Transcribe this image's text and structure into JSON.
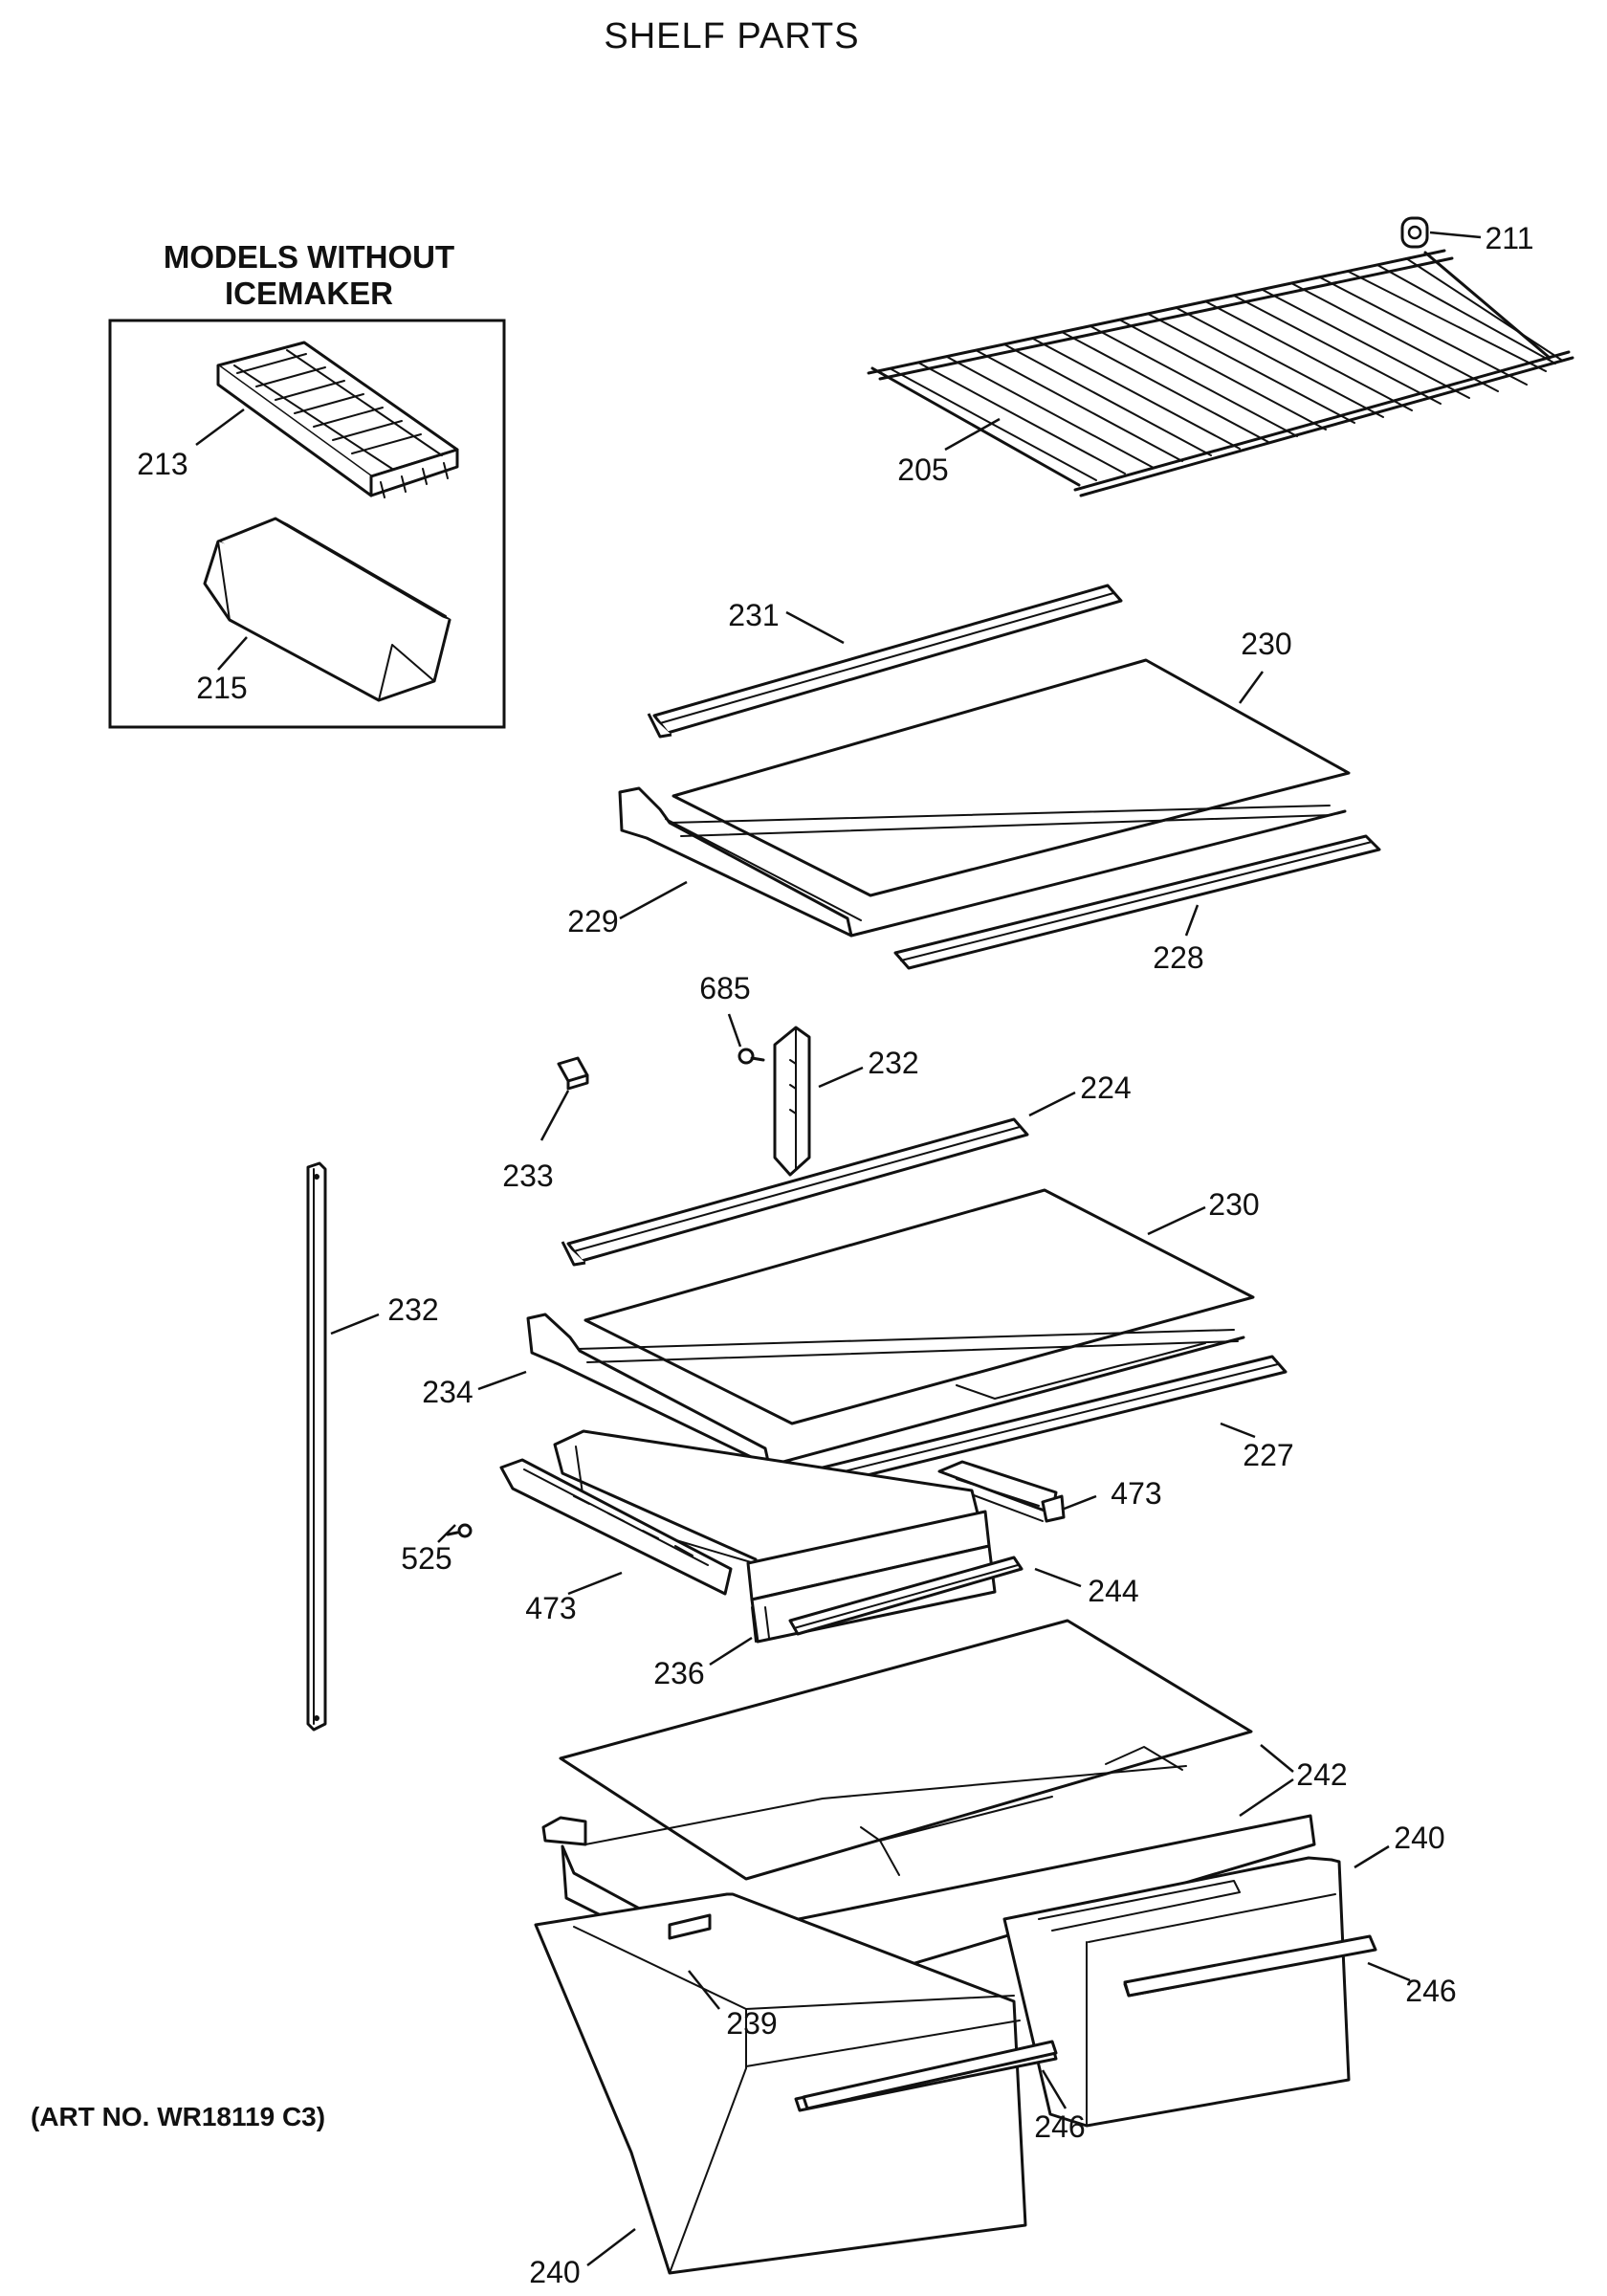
{
  "title": "SHELF PARTS",
  "inset": {
    "heading_line1": "MODELS WITHOUT",
    "heading_line2": "ICEMAKER"
  },
  "art_number": "(ART NO. WR18119 C3)",
  "labels": {
    "p211": "211",
    "p205": "205",
    "p213": "213",
    "p215": "215",
    "p231": "231",
    "p230a": "230",
    "p229": "229",
    "p228": "228",
    "p685": "685",
    "p232a": "232",
    "p224": "224",
    "p233": "233",
    "p230b": "230",
    "p232b": "232",
    "p234": "234",
    "p227": "227",
    "p473a": "473",
    "p525": "525",
    "p473b": "473",
    "p244": "244",
    "p236": "236",
    "p242": "242",
    "p240a": "240",
    "p246a": "246",
    "p239": "239",
    "p246b": "246",
    "p240b": "240"
  }
}
